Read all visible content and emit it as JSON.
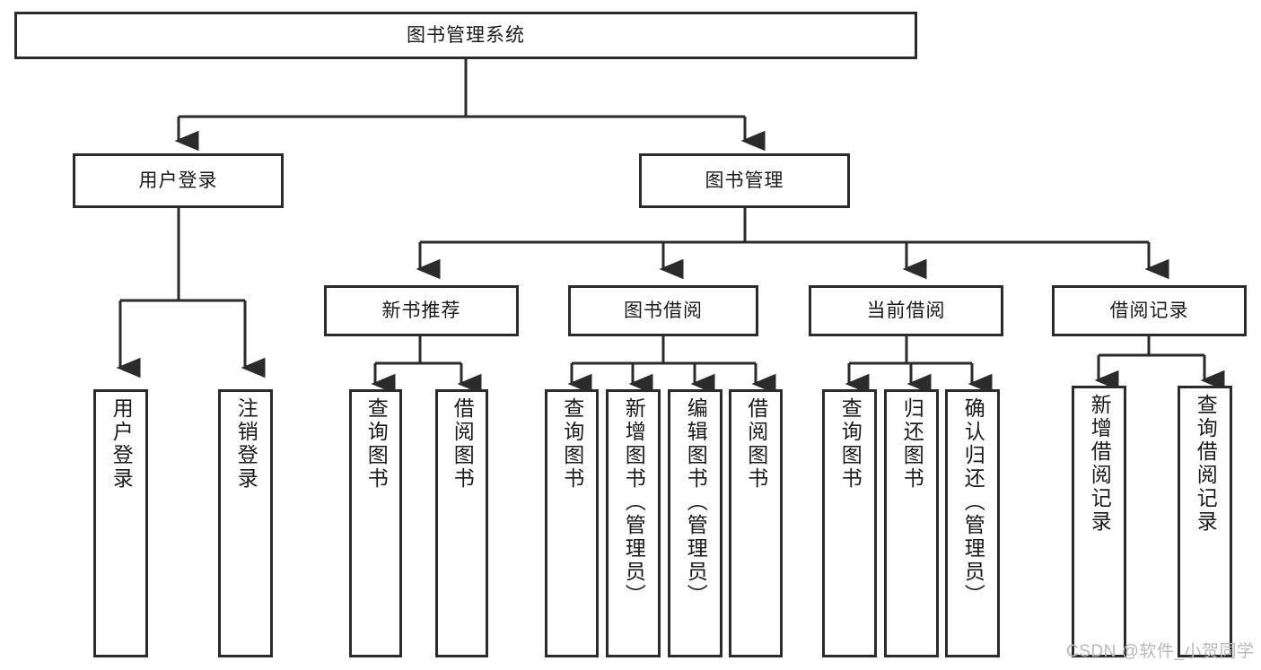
{
  "diagram": {
    "title": "图书管理系统",
    "type": "functional-hierarchy-tree",
    "watermark": "CSDN @软件_小贺同学",
    "colors": {
      "border": "#2b2b2b",
      "background": "#ffffff",
      "text": "#1a1a1a",
      "watermark": "#b9b9b9"
    },
    "levels": {
      "root": {
        "label": "图书管理系统"
      },
      "level1": [
        {
          "label": "用户登录"
        },
        {
          "label": "图书管理"
        }
      ],
      "level2": [
        {
          "label": "新书推荐"
        },
        {
          "label": "图书借阅"
        },
        {
          "label": "当前借阅"
        },
        {
          "label": "借阅记录"
        }
      ],
      "leaves": [
        {
          "label": "用户登录",
          "parent": "用户登录"
        },
        {
          "label": "注销登录",
          "parent": "用户登录"
        },
        {
          "label": "查询图书",
          "parent": "新书推荐"
        },
        {
          "label": "借阅图书",
          "parent": "新书推荐"
        },
        {
          "label": "查询图书",
          "parent": "图书借阅"
        },
        {
          "label": "新增图书（管理员）",
          "parent": "图书借阅"
        },
        {
          "label": "编辑图书（管理员）",
          "parent": "图书借阅"
        },
        {
          "label": "借阅图书",
          "parent": "图书借阅"
        },
        {
          "label": "查询图书",
          "parent": "当前借阅"
        },
        {
          "label": "归还图书",
          "parent": "当前借阅"
        },
        {
          "label": "确认归还（管理员）",
          "parent": "当前借阅"
        },
        {
          "label": "新增借阅记录",
          "parent": "借阅记录"
        },
        {
          "label": "查询借阅记录",
          "parent": "借阅记录"
        }
      ]
    }
  }
}
